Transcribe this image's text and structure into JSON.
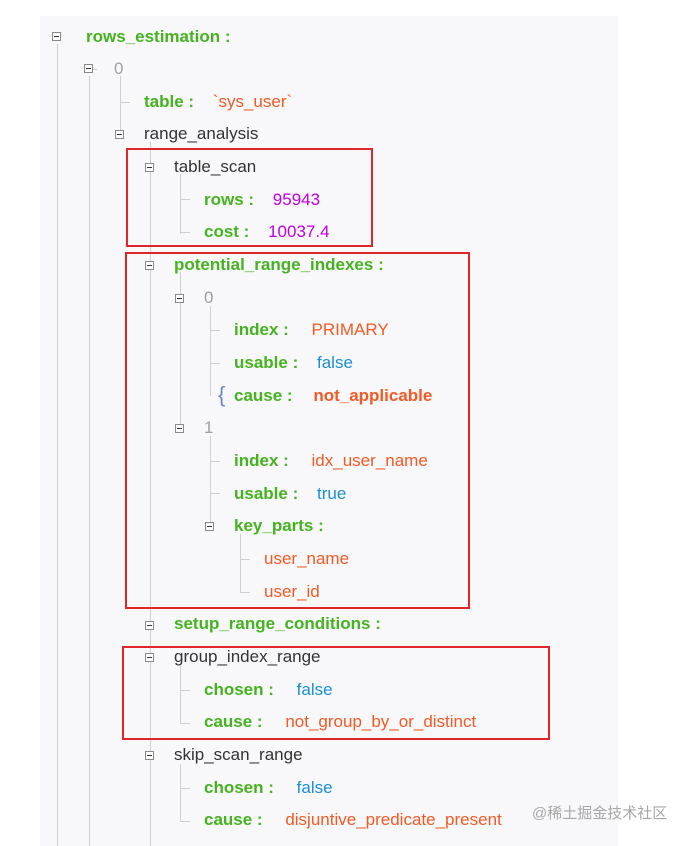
{
  "tree": {
    "root_key": "rows_estimation :",
    "root_index": "0",
    "table_key": "table :",
    "table_value": "`sys_user`",
    "range_analysis": "range_analysis",
    "table_scan": "table_scan",
    "rows_key": "rows :",
    "rows_value": "95943",
    "cost_key": "cost :",
    "cost_value": "10037.4",
    "potential_range_indexes": "potential_range_indexes :",
    "idx0": "0",
    "idx0_index_key": "index :",
    "idx0_index_value": "PRIMARY",
    "idx0_usable_key": "usable :",
    "idx0_usable_value": "false",
    "idx0_cause_key": "cause :",
    "idx0_cause_value": "not_applicable",
    "idx1": "1",
    "idx1_index_key": "index :",
    "idx1_index_value": "idx_user_name",
    "idx1_usable_key": "usable :",
    "idx1_usable_value": "true",
    "key_parts_key": "key_parts :",
    "key_part_1": "user_name",
    "key_part_2": "user_id",
    "setup_range_conditions": "setup_range_conditions :",
    "group_index_range": "group_index_range",
    "gir_chosen_key": "chosen :",
    "gir_chosen_value": "false",
    "gir_cause_key": "cause :",
    "gir_cause_value": "not_group_by_or_distinct",
    "skip_scan_range": "skip_scan_range",
    "ssr_chosen_key": "chosen :",
    "ssr_chosen_value": "false",
    "ssr_cause_key": "cause :",
    "ssr_cause_value": "disjuntive_predicate_present"
  },
  "watermark": "@稀土掘金技术社区",
  "colors": {
    "key": "#45b21f",
    "string": "#f15a24",
    "boolean": "#1a8fd0",
    "number": "#c000e0",
    "highlight_box": "#e0252b"
  }
}
